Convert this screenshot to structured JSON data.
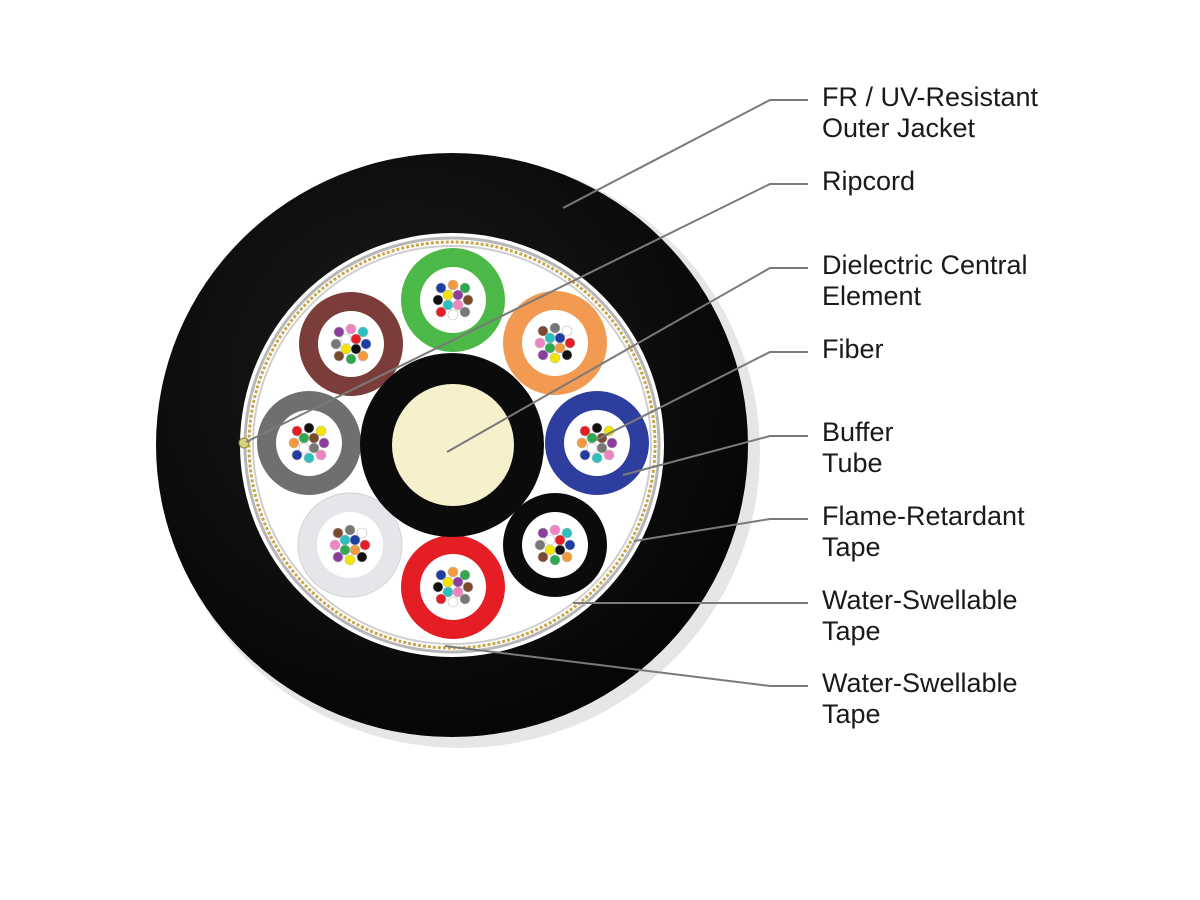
{
  "colors": {
    "jacket": "#0b0b0b",
    "core_fill": "#ffffff",
    "tape_gold": "#c8a64a",
    "tape_gray": "#b7b7b7",
    "central_member": "#f6f0cc",
    "central_jacket": "#0b0b0b",
    "leader_line": "#7a7a7a",
    "label_text": "#1a1a1a"
  },
  "buffer_tubes": [
    {
      "name": "green-tube",
      "color": "#4cb847"
    },
    {
      "name": "orange-tube",
      "color": "#f39a52"
    },
    {
      "name": "blue-tube",
      "color": "#2e3e9e"
    },
    {
      "name": "black-tube",
      "color": "#0b0b0b"
    },
    {
      "name": "red-tube",
      "color": "#e51d25"
    },
    {
      "name": "white-tube",
      "color": "#e6e6ea"
    },
    {
      "name": "gray-tube",
      "color": "#6f6f6f"
    },
    {
      "name": "brown-tube",
      "color": "#7a3d3a"
    }
  ],
  "fiber_colors": [
    "#1e3ea3",
    "#f39a3c",
    "#2fa84f",
    "#7a4a2e",
    "#777777",
    "#ffffff",
    "#e51d25",
    "#111111",
    "#f2e600",
    "#8a3d9b",
    "#ee84c0",
    "#2bbfc0"
  ],
  "labels": [
    {
      "name": "label-outer-jacket",
      "lines": [
        "FR / UV-Resistant",
        "Outer Jacket"
      ]
    },
    {
      "name": "label-ripcord",
      "lines": [
        "Ripcord"
      ]
    },
    {
      "name": "label-central-element",
      "lines": [
        "Dielectric Central",
        "Element"
      ]
    },
    {
      "name": "label-fiber",
      "lines": [
        "Fiber"
      ]
    },
    {
      "name": "label-buffer-tube",
      "lines": [
        "Buffer",
        "Tube"
      ]
    },
    {
      "name": "label-flame-retardant-tape",
      "lines": [
        "Flame-Retardant",
        "Tape"
      ]
    },
    {
      "name": "label-water-swellable-tape-1",
      "lines": [
        "Water-Swellable",
        "Tape"
      ]
    },
    {
      "name": "label-water-swellable-tape-2",
      "lines": [
        "Water-Swellable",
        "Tape"
      ]
    }
  ]
}
